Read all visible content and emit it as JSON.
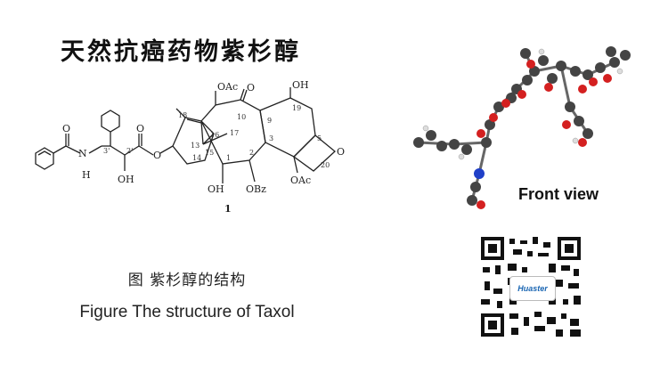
{
  "title": "天然抗癌药物紫杉醇",
  "structure": {
    "labels": {
      "oac_top": "OAc",
      "o_top": "O",
      "oh_top": "OH",
      "c10": "10",
      "c9": "9",
      "c18": "18",
      "c16": "16",
      "c17": "17",
      "c19": "19",
      "c13": "13",
      "c15": "15",
      "c14": "14",
      "c1": "1",
      "c2": "2",
      "c3": "3",
      "c5": "5",
      "c20": "20",
      "o_ring": "O",
      "oh_bottom": "OH",
      "obz": "OBz",
      "oac_bottom": "OAc",
      "compound_no": "1",
      "o_amide": "O",
      "nh": "N",
      "h": "H",
      "c3p": "3'",
      "c2p": "2'",
      "oh_side": "OH",
      "o_ester": "O",
      "o_link": "O"
    }
  },
  "caption_cn": "图  紫杉醇的结构",
  "caption_en": "Figure The structure of Taxol",
  "model_label": "Front view",
  "qr_brand": "Huaster"
}
